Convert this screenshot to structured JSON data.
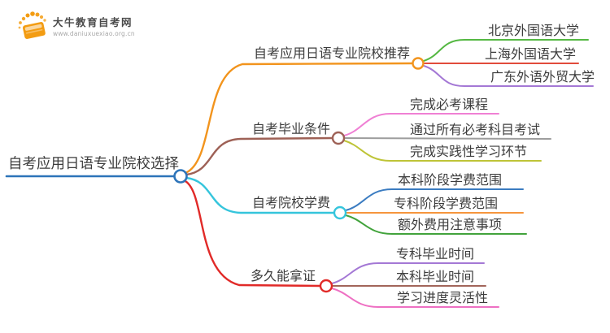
{
  "logo": {
    "site_name": "大牛教育自考网",
    "site_url": "www.daniuxuexiao.org.cn"
  },
  "theme": {
    "background": "#ffffff",
    "text": "#3c3c3c",
    "logo_orange": "#f39c12",
    "logo_text_color": "#4a4a4a",
    "logo_url_color": "#a8a8a8"
  },
  "mindmap": {
    "root": {
      "label": "自考应用日语专业院校选择",
      "color": "#2d74b9"
    },
    "branches": [
      {
        "label": "自考应用日语专业院校推荐",
        "color": "#f2941d",
        "children": [
          {
            "label": "北京外国语大学",
            "color": "#55b843"
          },
          {
            "label": "上海外国语大学",
            "color": "#e14b3b"
          },
          {
            "label": "广东外语外贸大学",
            "color": "#a478d5"
          }
        ]
      },
      {
        "label": "自考毕业条件",
        "color": "#9e6156",
        "children": [
          {
            "label": "完成必考课程",
            "color": "#ef80d4"
          },
          {
            "label": "通过所有必考科目考试",
            "color": "#9d9d9d"
          },
          {
            "label": "完成实践性学习环节",
            "color": "#bec437"
          }
        ]
      },
      {
        "label": "自考院校学费",
        "color": "#35c5dc",
        "children": [
          {
            "label": "本科阶段学费范围",
            "color": "#3b7cc1"
          },
          {
            "label": "专科阶段学费范围",
            "color": "#f6953c"
          },
          {
            "label": "额外费用注意事项",
            "color": "#42a33c"
          }
        ]
      },
      {
        "label": "多久能拿证",
        "color": "#e12a28",
        "children": [
          {
            "label": "专科毕业时间",
            "color": "#a478d5"
          },
          {
            "label": "本科毕业时间",
            "color": "#a2655a"
          },
          {
            "label": "学习进度灵活性",
            "color": "#ee70c3"
          }
        ]
      }
    ]
  }
}
